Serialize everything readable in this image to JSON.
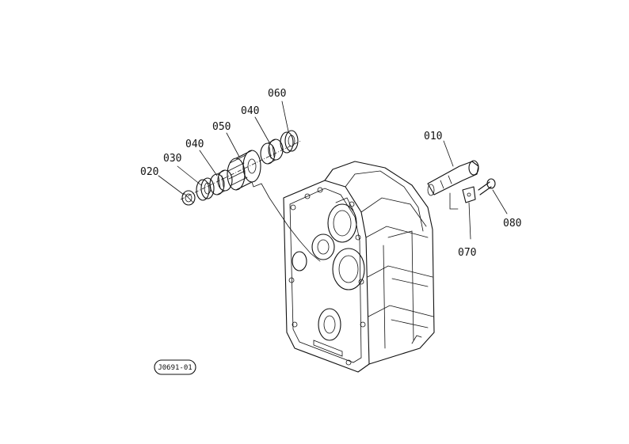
{
  "diagram": {
    "parts": [
      {
        "id": "p010",
        "label": "010"
      },
      {
        "id": "p020",
        "label": "020"
      },
      {
        "id": "p030",
        "label": "030"
      },
      {
        "id": "p040a",
        "label": "040"
      },
      {
        "id": "p040b",
        "label": "040"
      },
      {
        "id": "p050",
        "label": "050"
      },
      {
        "id": "p060",
        "label": "060"
      },
      {
        "id": "p070",
        "label": "070"
      },
      {
        "id": "p080",
        "label": "080"
      }
    ],
    "reference_code": "J0691-01"
  }
}
